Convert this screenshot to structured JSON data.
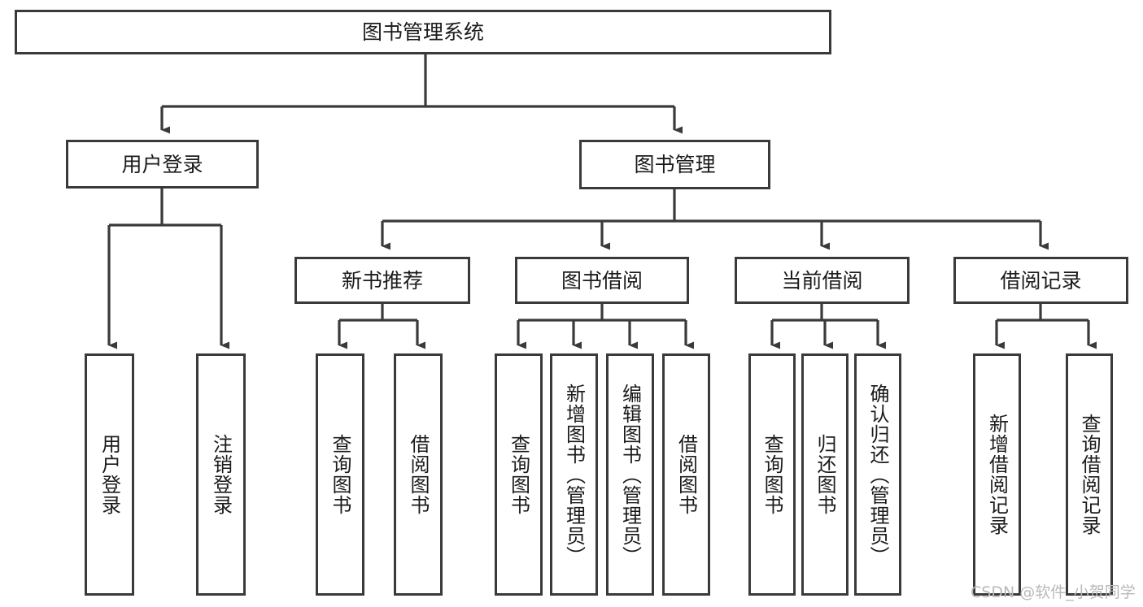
{
  "diagram": {
    "title": "图书管理系统",
    "type": "hierarchy-tree",
    "style": {
      "border_color": "#3a3a3a",
      "fill_color": "#ffffff",
      "background": "#ffffff",
      "text_color": "#1b1b1b"
    },
    "root": {
      "label": "图书管理系统"
    },
    "level1": [
      {
        "label": "用户登录"
      },
      {
        "label": "图书管理"
      }
    ],
    "level2": [
      {
        "label": "新书推荐"
      },
      {
        "label": "图书借阅"
      },
      {
        "label": "当前借阅"
      },
      {
        "label": "借阅记录"
      }
    ],
    "leaves": {
      "user_login": [
        {
          "label": "用户登录"
        },
        {
          "label": "注销登录"
        }
      ],
      "new_book_recommend": [
        {
          "label": "查询图书"
        },
        {
          "label": "借阅图书"
        }
      ],
      "book_borrow": [
        {
          "label": "查询图书"
        },
        {
          "label": "新增图书（管理员）"
        },
        {
          "label": "编辑图书（管理员）"
        },
        {
          "label": "借阅图书"
        }
      ],
      "current_borrow": [
        {
          "label": "查询图书"
        },
        {
          "label": "归还图书"
        },
        {
          "label": "确认归还（管理员）"
        }
      ],
      "borrow_record": [
        {
          "label": "新增借阅记录"
        },
        {
          "label": "查询借阅记录"
        }
      ]
    },
    "watermark": "CSDN @软件_小贺同学"
  }
}
